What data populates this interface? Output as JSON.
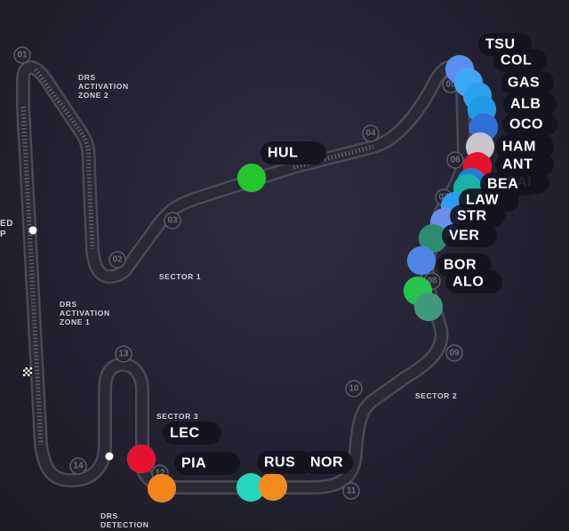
{
  "turns": [
    "01",
    "02",
    "03",
    "04",
    "05",
    "06",
    "07",
    "08",
    "09",
    "10",
    "11",
    "12",
    "13",
    "14"
  ],
  "zones": {
    "drs_activation_2": [
      "DRS",
      "ACTIVATION",
      "ZONE 2"
    ],
    "drs_activation_1": [
      "DRS",
      "ACTIVATION",
      "ZONE 1"
    ],
    "drs_detection": [
      "DRS",
      "DETECTION"
    ],
    "sector_1": "SECTOR 1",
    "sector_2": "SECTOR 2",
    "sector_3": "SECTOR 3",
    "edge_cut": [
      "ED",
      "P"
    ]
  },
  "drivers": [
    {
      "code": "TSU",
      "color": "#5a8ff0"
    },
    {
      "code": "COL",
      "color": "#3da6f5"
    },
    {
      "code": "GAS",
      "color": "#2aa3ef"
    },
    {
      "code": "ALB",
      "color": "#1f9ae8"
    },
    {
      "code": "OCO",
      "color": "#2f6fd8"
    },
    {
      "code": "HAM",
      "color": "#c8c8cc"
    },
    {
      "code": "ANT",
      "color": "#e8102a"
    },
    {
      "code": "SAI",
      "color": "#1e7fd0"
    },
    {
      "code": "BEA",
      "color": "#16b3a6"
    },
    {
      "code": "LAW",
      "color": "#2a9ff0"
    },
    {
      "code": "STR",
      "color": "#6a8fe8"
    },
    {
      "code": "VER",
      "color": "#2e8c6e"
    },
    {
      "code": "BOR",
      "color": "#4f86e6"
    },
    {
      "code": "ALO",
      "color": "#22c44a"
    },
    {
      "code": "",
      "color": "#3e9a7a"
    },
    {
      "code": "HUL",
      "color": "#22c62e"
    },
    {
      "code": "LEC",
      "color": "#e8122f"
    },
    {
      "code": "PIA",
      "color": "#f28418"
    },
    {
      "code": "RUS",
      "color": "#23d6bd"
    },
    {
      "code": "NOR",
      "color": "#f28a1c"
    }
  ],
  "colors": {
    "background": "#232232",
    "track": "#4a4956",
    "marker": "#ffffff"
  },
  "icons": [
    "checkered-flag-icon",
    "start-marker-dot",
    "sector-marker-dot"
  ]
}
